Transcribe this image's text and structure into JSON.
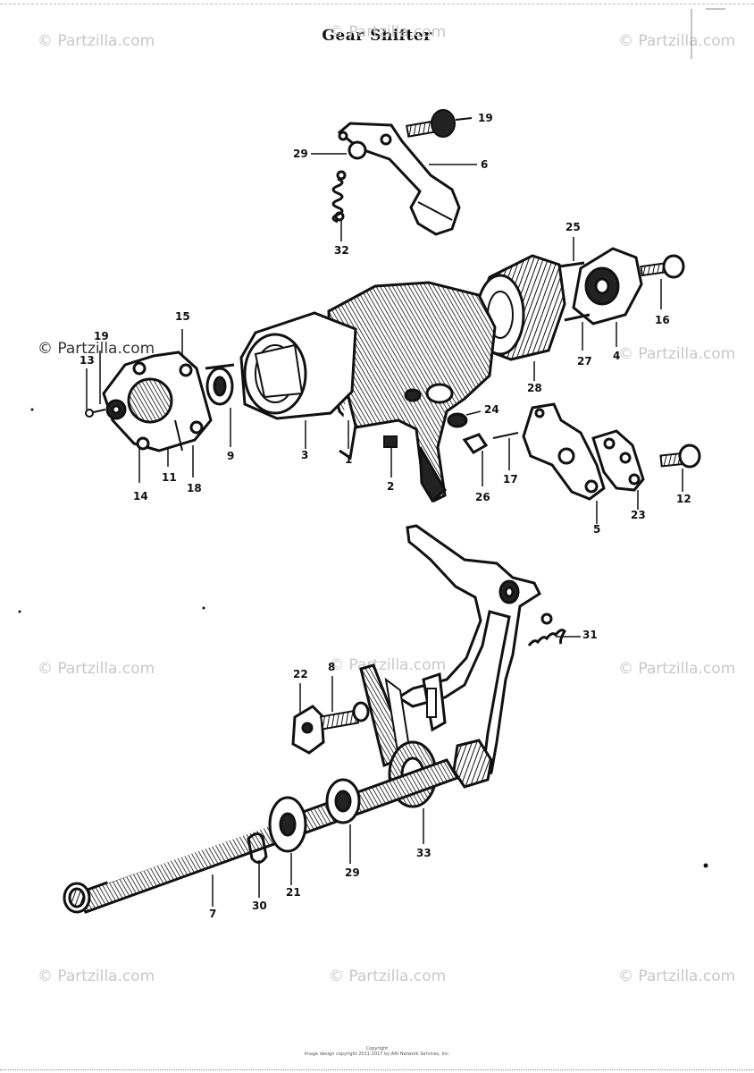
{
  "title": "Gear Shifter",
  "watermark": "© Partzilla.com",
  "copyright": [
    "Copyright",
    "Image design copyright 2011-2017 by ARI Network Services, Inc."
  ],
  "callouts": [
    {
      "id": "c19a",
      "text": "19"
    },
    {
      "id": "c29a",
      "text": "29"
    },
    {
      "id": "c6a",
      "text": "6"
    },
    {
      "id": "c32",
      "text": "32"
    },
    {
      "id": "c25",
      "text": "25"
    },
    {
      "id": "c16a",
      "text": "16"
    },
    {
      "id": "c27",
      "text": "27"
    },
    {
      "id": "c4",
      "text": "4"
    },
    {
      "id": "c28a",
      "text": "28"
    },
    {
      "id": "c15",
      "text": "15"
    },
    {
      "id": "c19b",
      "text": "19"
    },
    {
      "id": "c13",
      "text": "13"
    },
    {
      "id": "c9",
      "text": "9"
    },
    {
      "id": "c3",
      "text": "3"
    },
    {
      "id": "c1",
      "text": "1"
    },
    {
      "id": "c24",
      "text": "24"
    },
    {
      "id": "c2",
      "text": "2"
    },
    {
      "id": "c26",
      "text": "26"
    },
    {
      "id": "c17",
      "text": "17"
    },
    {
      "id": "c5",
      "text": "5"
    },
    {
      "id": "c23",
      "text": "23"
    },
    {
      "id": "c12",
      "text": "12"
    },
    {
      "id": "c14",
      "text": "14"
    },
    {
      "id": "c11",
      "text": "11"
    },
    {
      "id": "c18",
      "text": "18"
    },
    {
      "id": "c31",
      "text": "31"
    },
    {
      "id": "c22",
      "text": "22"
    },
    {
      "id": "c8",
      "text": "8"
    },
    {
      "id": "c33",
      "text": "33"
    },
    {
      "id": "c29b",
      "text": "29"
    },
    {
      "id": "c21",
      "text": "21"
    },
    {
      "id": "c30",
      "text": "30"
    },
    {
      "id": "c7",
      "text": "7"
    }
  ]
}
